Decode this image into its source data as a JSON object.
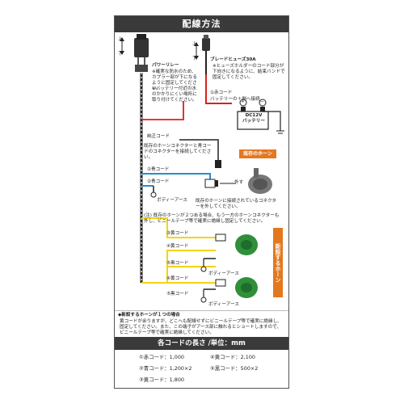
{
  "title": "配線方法",
  "labels": {
    "up_down_left": [
      "上",
      "下"
    ],
    "up_down_right": [
      "上",
      "下"
    ],
    "relay": "パワーリレー",
    "relay_note_1": "※確実な防水のため、カプラー部が下になるように固定してください。",
    "relay_note_2": "※バッテリー付近の水のかかりにくい場所に取り付けてください。",
    "fuse": "ブレードヒューズ30A",
    "fuse_note": "※ヒューズホルダーのコード部分が下向きになるように、結束バンドで固定してください。",
    "red_cord": "①赤コード",
    "battery_plus": "バッテリーの＋側へ接続",
    "battery": "DC12V\nバッテリー",
    "plus": "+",
    "minus": "−",
    "genuine_cord": "純正コード",
    "connector_note": "既存のホーンコネクターと青コードのコネクターを接続してください。",
    "existing_horn": "既存のホーン",
    "blue_cord": "②青コード",
    "remove": "外す",
    "body_earth": "ボディーアース",
    "existing_note": "既存のホーンに接続されているコネクターを外してください。",
    "note_two_horns": "(注) 既存のホーンが２つある場合、もう一方のホーンコネクターも外し、ビニールテープ等で確実に絶縁し固定してください。",
    "yellow_cord_3": "③黄コード",
    "yellow_cord_4": "④黄コード",
    "black_cord": "⑤黒コード",
    "new_horn": "新設するホーン",
    "single_horn_title": "◆新設するホーンが１つの場合",
    "single_horn_note": "黄コードが余りますが、どこへも配線せずにビニールテープ等で確実に絶縁し、固定してください。また、この端子がアース部に触れるとショートしますので、ビニールテープ等で確実に絶縁してください。"
  },
  "lengths": {
    "header": "各コードの長さ /単位：mm",
    "items": [
      {
        "label": "①赤コード：1,000"
      },
      {
        "label": "④黄コード：2,100"
      },
      {
        "label": "②青コード：1,200×2"
      },
      {
        "label": "⑤黒コード：500×2"
      },
      {
        "label": "③黄コード：1,800"
      }
    ]
  },
  "colors": {
    "red": "#d9211d",
    "blue": "#2b8bd0",
    "yellow": "#f4d313",
    "black": "#222222",
    "orange": "#e3781f",
    "horn_green": "#2f8f3a"
  }
}
